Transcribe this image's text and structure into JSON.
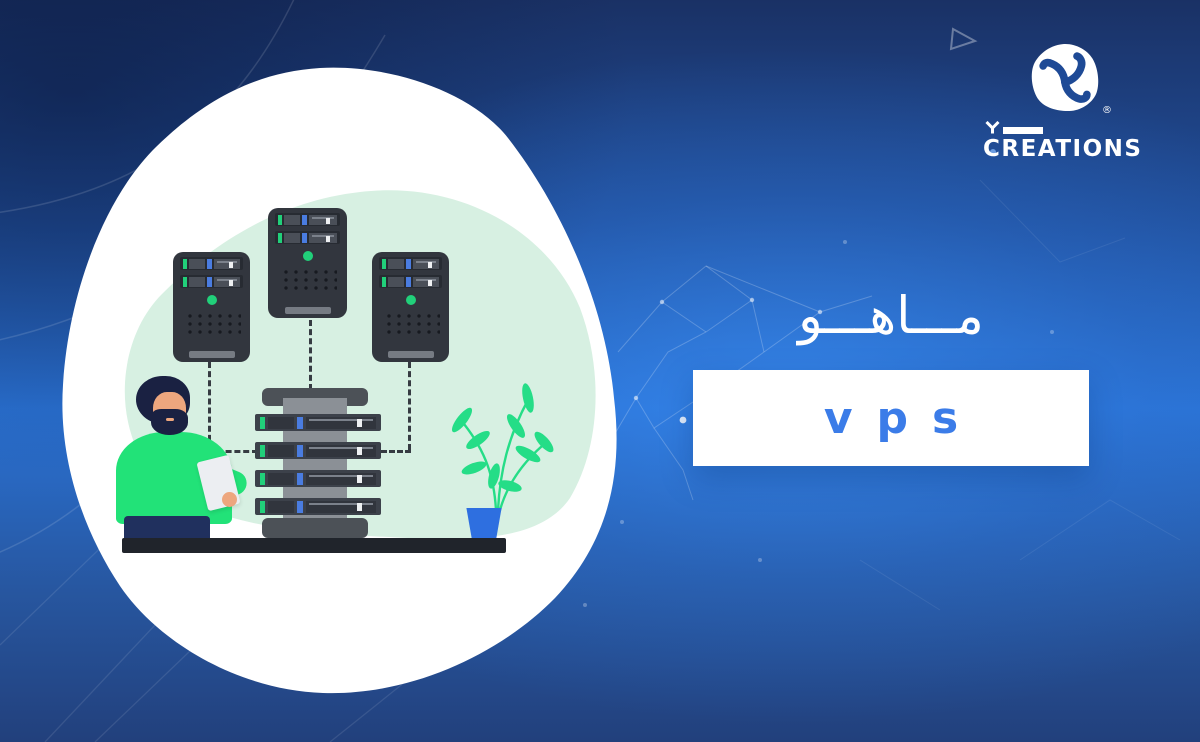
{
  "brand": {
    "name": "CREATIONS",
    "registered_mark": "®",
    "logo_icon": "cube-y-logo"
  },
  "headline": {
    "text": "مـــاهـــو"
  },
  "term_box": {
    "label": "vps"
  },
  "illustration": {
    "parts": [
      "virtual-server-tower-left",
      "virtual-server-tower-center",
      "virtual-server-tower-right",
      "dashed-network-links",
      "physical-server-rack",
      "admin-person-holding-document",
      "potted-plant",
      "desk"
    ]
  },
  "colors": {
    "background_blue_dark": "#1a3165",
    "background_blue_bright": "#2e7ee6",
    "term_text_blue": "#3b7ce8",
    "accent_green": "#21d07a",
    "shirt_green": "#22e278",
    "mint_blob": "#d7f0e2",
    "server_body": "#32363e",
    "pot_blue": "#2e6fe0",
    "white": "#ffffff"
  }
}
